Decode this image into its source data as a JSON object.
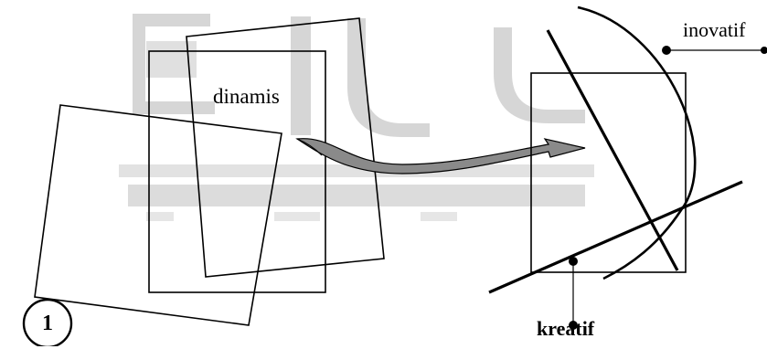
{
  "labels": {
    "dinamis": "dinamis",
    "inovatif": "inovatif",
    "kreatif": "kreatif"
  },
  "badge": {
    "number": "1"
  },
  "watermark": {
    "color": "#d4d4d4"
  },
  "colors": {
    "stroke": "#000000",
    "arrow_fill": "#8a8a8a"
  }
}
